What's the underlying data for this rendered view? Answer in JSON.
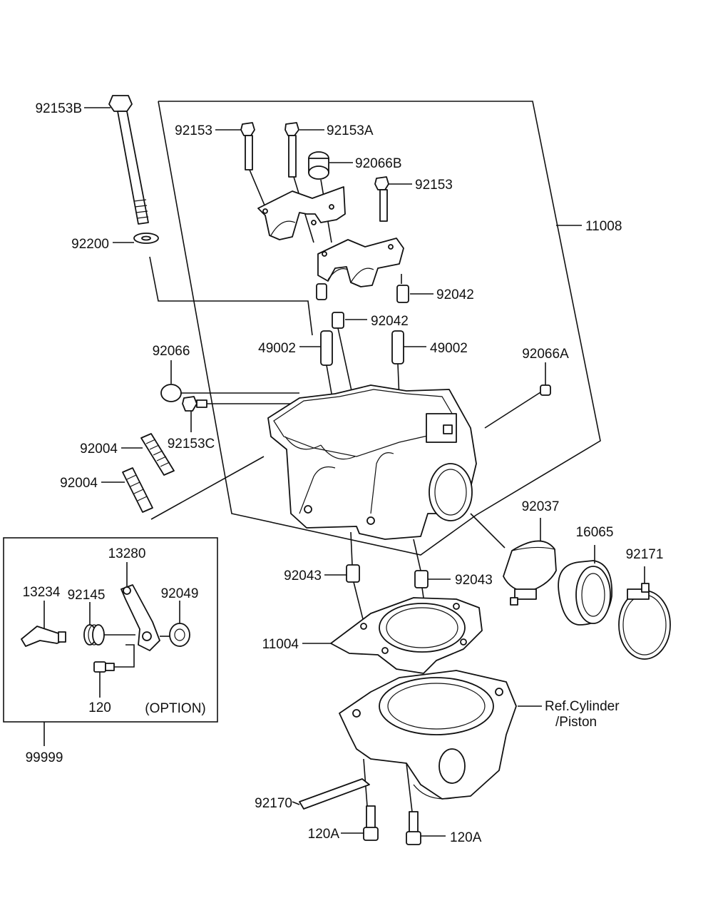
{
  "labels": {
    "p92153B": "92153B",
    "p92153_a": "92153",
    "p92153A": "92153A",
    "p92066B": "92066B",
    "p92153_b": "92153",
    "p11008": "11008",
    "p92200": "92200",
    "p92042_a": "92042",
    "p92042_b": "92042",
    "p49002_a": "49002",
    "p49002_b": "49002",
    "p92066": "92066",
    "p92066A": "92066A",
    "p92153C": "92153C",
    "p92004_a": "92004",
    "p92004_b": "92004",
    "p92037": "92037",
    "p16065": "16065",
    "p92171": "92171",
    "p13280": "13280",
    "p13234": "13234",
    "p92145": "92145",
    "p92049": "92049",
    "p120": "120",
    "option": "(OPTION)",
    "p99999": "99999",
    "p92043_a": "92043",
    "p92043_b": "92043",
    "p11004": "11004",
    "ref_line1": "Ref.Cylinder",
    "ref_line2": "/Piston",
    "p92170": "92170",
    "p120A_a": "120A",
    "p120A_b": "120A"
  },
  "colors": {
    "line": "#111111",
    "background": "#ffffff"
  }
}
